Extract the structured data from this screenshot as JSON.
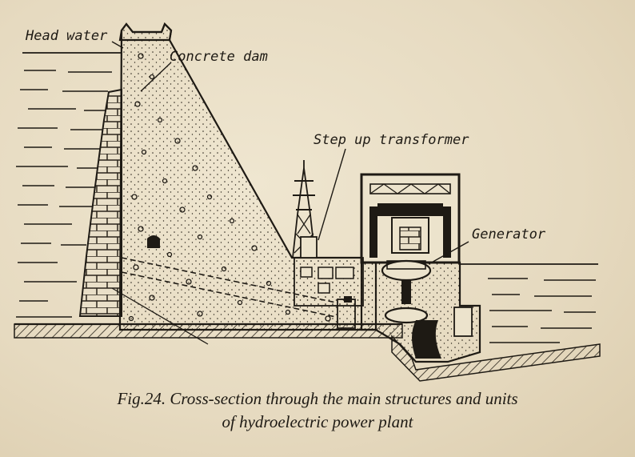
{
  "labels": {
    "head_water": "Head water",
    "concrete_dam": "Concrete dam",
    "step_up_transformer": "Step up transformer",
    "generator": "Generator"
  },
  "caption": {
    "line1": "Fig.24. Cross-section through the main structures and units",
    "line2": "of hydroelectric power plant"
  },
  "colors": {
    "ink": "#1e1a14",
    "paper": "#e7dcc4"
  }
}
